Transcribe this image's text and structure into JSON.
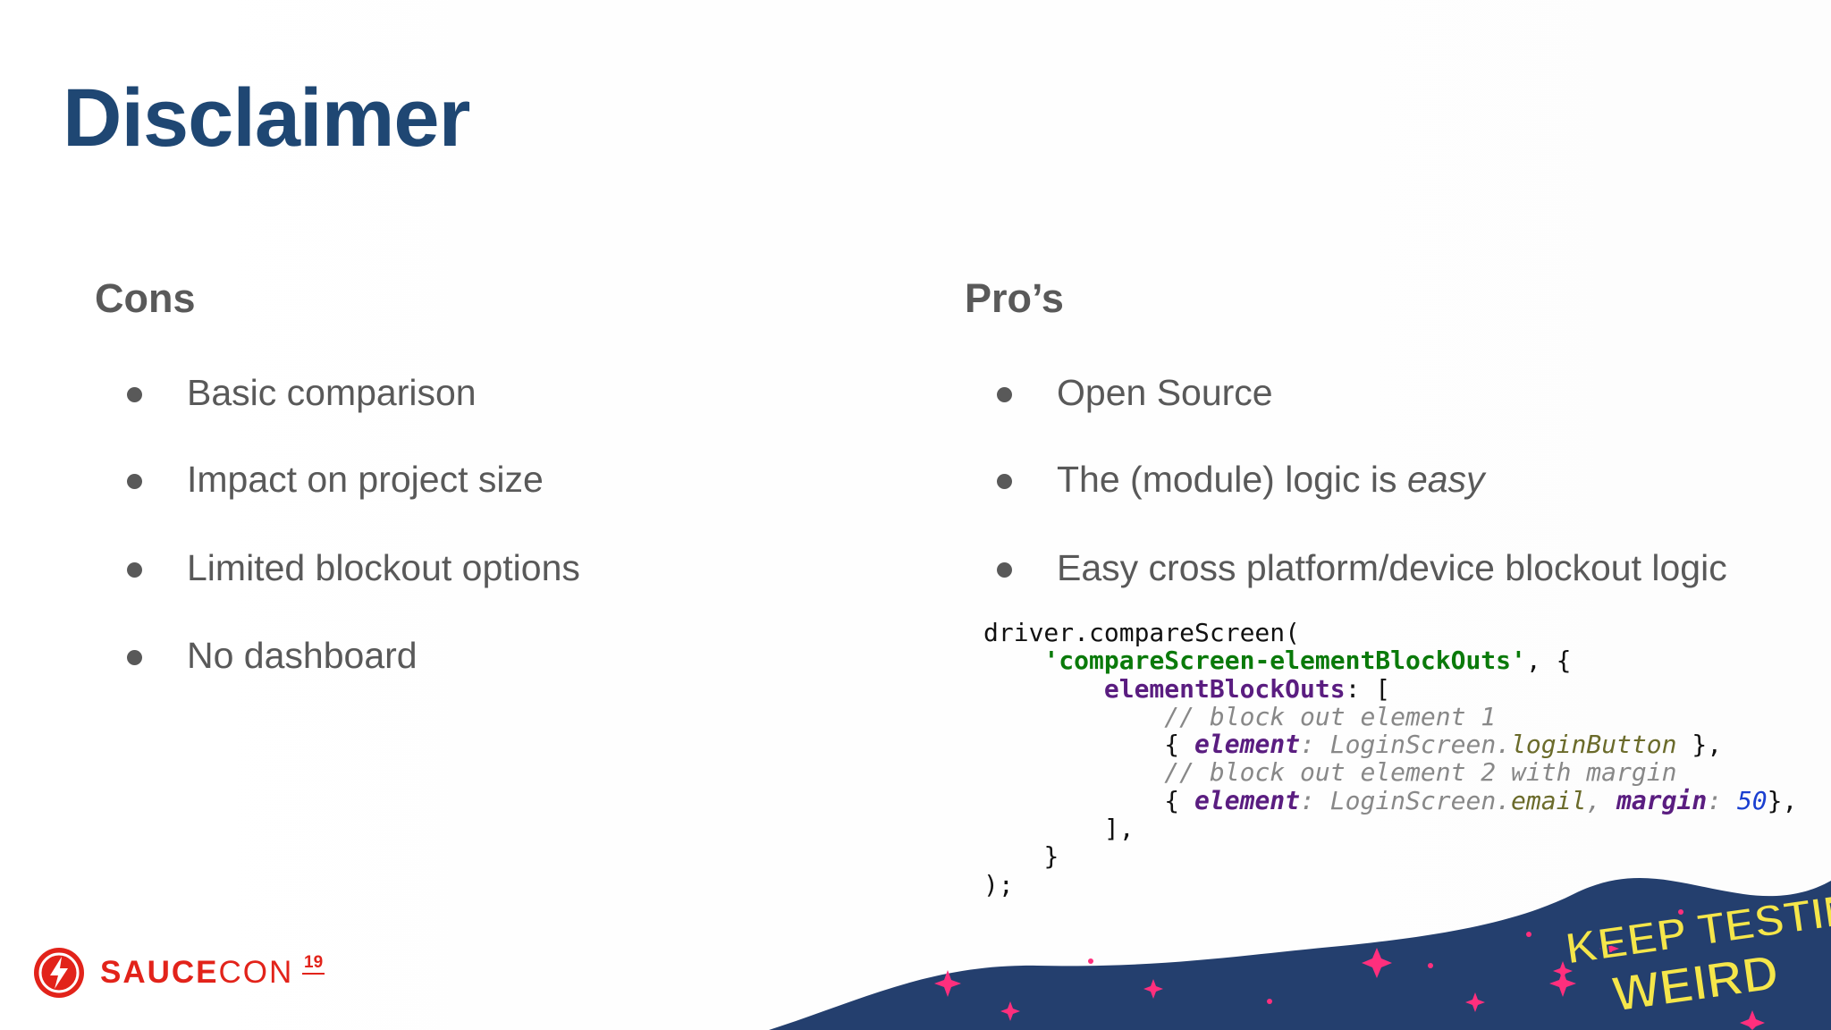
{
  "slide": {
    "title": "Disclaimer",
    "cons": {
      "heading": "Cons",
      "items": [
        "Basic comparison",
        "Impact on project size",
        "Limited blockout options",
        "No dashboard"
      ]
    },
    "pros": {
      "heading": "Pro’s",
      "items": [
        "Open Source",
        "The (module) logic is ",
        "Easy cross platform/device blockout logic"
      ],
      "item2_emphasis": "easy"
    },
    "code": {
      "line1": "driver.compareScreen(",
      "line2_str": "'compareScreen-elementBlockOuts'",
      "line2_rest": ", {",
      "line3_key": "elementBlockOuts",
      "line3_rest": ": [",
      "line4_comment": "// block out element 1",
      "line5_open": "{ ",
      "line5_key": "element",
      "line5_colon": ": ",
      "line5_obj": "LoginScreen.",
      "line5_prop": "loginButton",
      "line5_close": " },",
      "line6_comment": "// block out element 2 with margin",
      "line7_open": "{ ",
      "line7_key": "element",
      "line7_colon": ": ",
      "line7_obj": "LoginScreen.",
      "line7_prop": "email",
      "line7_sep": ", ",
      "line7_key2": "margin",
      "line7_colon2": ": ",
      "line7_num": "50",
      "line7_close": "},",
      "line8": "],",
      "line9": "}",
      "line10": ");"
    },
    "footer": {
      "brand_bold": "SAUCE",
      "brand_light": "CON",
      "brand_year": "19",
      "tagline_line1": "KEEP TESTIN'",
      "tagline_line2": "WEIRD"
    },
    "colors": {
      "title": "#1f4773",
      "text": "#595959",
      "brand_red": "#e2231a",
      "wave_navy": "#243f6e",
      "star_pink": "#ff2f7d",
      "tagline_yellow": "#f5e64a"
    }
  }
}
